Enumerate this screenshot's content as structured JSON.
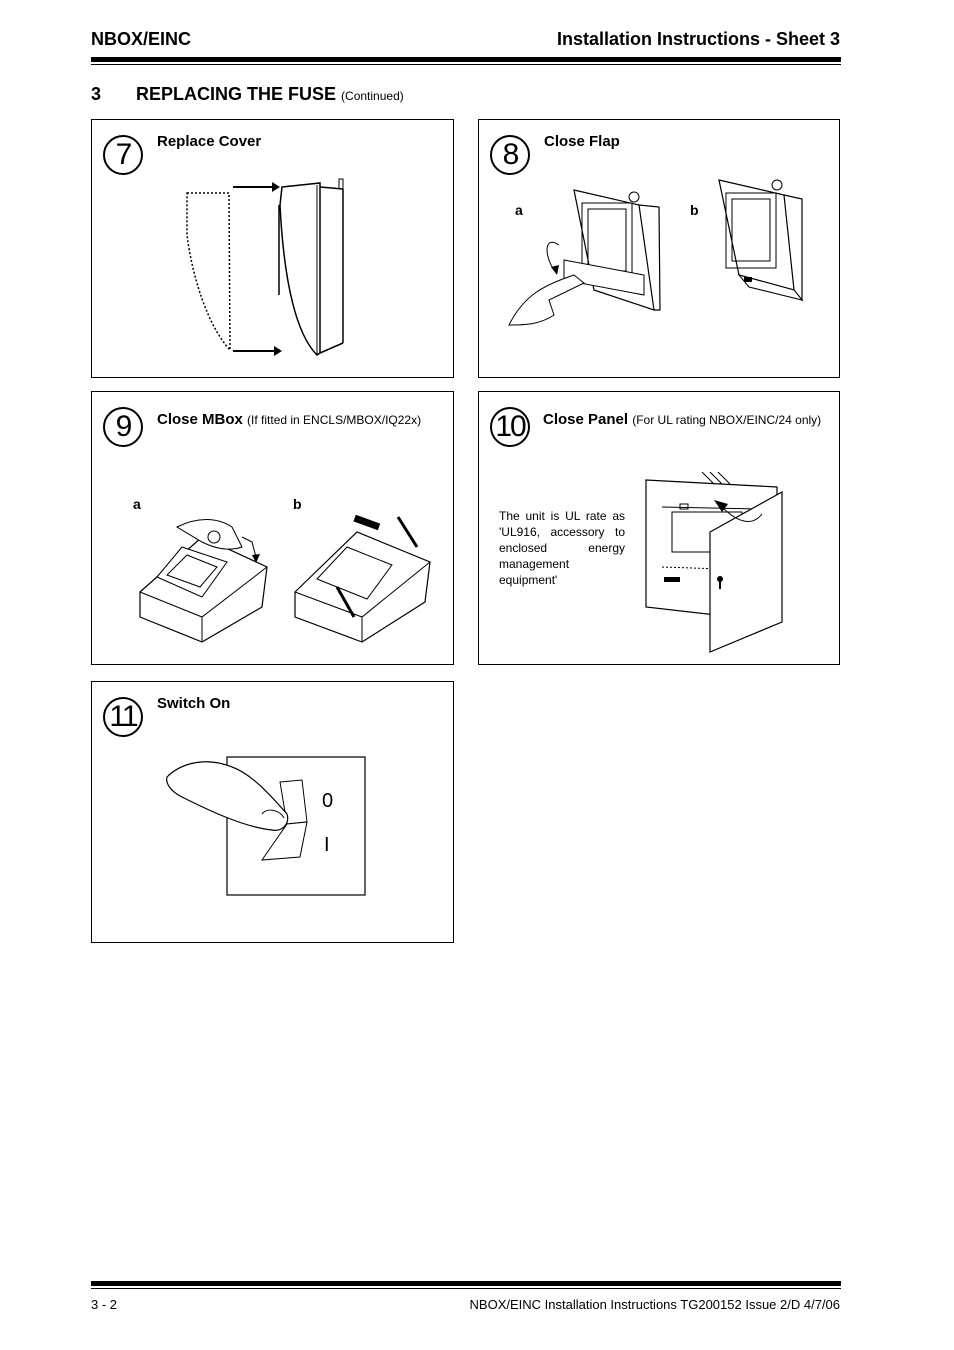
{
  "header": {
    "left": "NBOX/EINC",
    "right": "Installation Instructions - Sheet 3"
  },
  "section": {
    "number": "3",
    "title": "REPLACING THE FUSE",
    "continued": "(Continued)"
  },
  "steps": [
    {
      "number": "7",
      "title": "Replace Cover",
      "subtitle": ""
    },
    {
      "number": "8",
      "title": "Close Flap",
      "subtitle": "",
      "labels": [
        "a",
        "b"
      ]
    },
    {
      "number": "9",
      "title": "Close MBox",
      "subtitle": "(If fitted in ENCLS/MBOX/IQ22x)",
      "labels": [
        "a",
        "b"
      ]
    },
    {
      "number": "10",
      "title": "Close Panel",
      "subtitle": "(For UL rating NBOX/EINC/24 only)",
      "note": "The unit is UL rate as 'UL916, accessory to enclosed energy management equipment'"
    },
    {
      "number": "11",
      "title": "Switch On",
      "subtitle": "",
      "switch_marks": [
        "0",
        "I"
      ]
    }
  ],
  "footer": {
    "left": "3 - 2",
    "right": "NBOX/EINC Installation Instructions TG200152 Issue 2/D 4/7/06"
  }
}
